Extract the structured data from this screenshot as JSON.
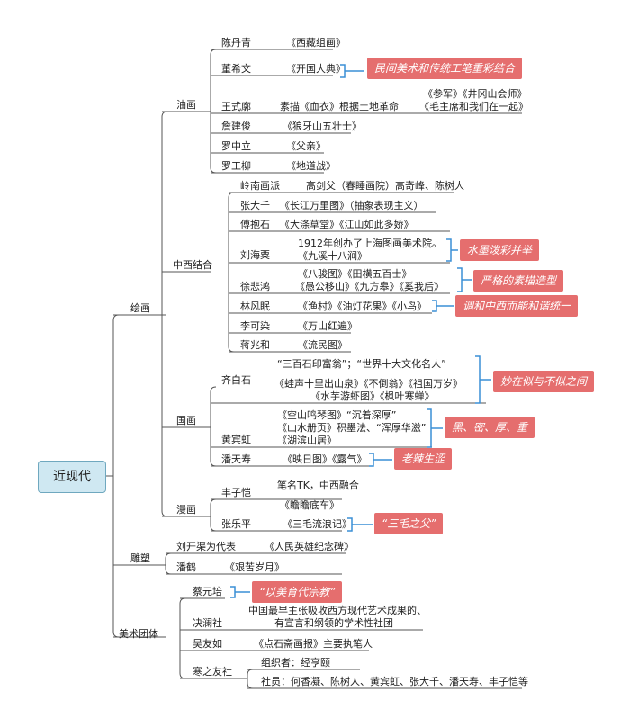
{
  "root": "近现代",
  "categories": {
    "painting": "绘画",
    "sculpture": "雕塑",
    "art_groups": "美术团体"
  },
  "painting_groups": {
    "oil": "油画",
    "sino_western": "中西结合",
    "guohua": "国画",
    "manhua": "漫画"
  },
  "oil": [
    {
      "name": "陈丹青",
      "works": "《西藏组画》"
    },
    {
      "name": "董希文",
      "works": "《开国大典》"
    },
    {
      "name": "王式廓",
      "works": "素描《血衣》根据土地革命",
      "extra1": "《参军》《井冈山会师》",
      "extra2": "《毛主席和我们在一起》"
    },
    {
      "name": "詹建俊",
      "works": "《狼牙山五壮士》"
    },
    {
      "name": "罗中立",
      "works": "《父亲》"
    },
    {
      "name": "罗工柳",
      "works": "《地道战》"
    }
  ],
  "sino": [
    {
      "name": "岭南画派",
      "works": "高剑父（春睡画院）高奇峰、陈树人"
    },
    {
      "name": "张大千",
      "works": "《长江万里图》（抽象表现主义）"
    },
    {
      "name": "傅抱石",
      "works": "《大涤草堂》《江山如此多娇》"
    },
    {
      "name": "刘海粟",
      "line1": "1912年创办了上海图画美术院。",
      "line2": "《九溪十八涧》"
    },
    {
      "name": "徐悲鸿",
      "line1": "《八骏图》《田横五百士》",
      "line2": "《愚公移山》《九方皋》《奚我后》"
    },
    {
      "name": "林风眠",
      "works": "《渔村》《油灯花果》《小鸟》"
    },
    {
      "name": "李可染",
      "works": "《万山红遍》"
    },
    {
      "name": "蒋兆和",
      "works": "《流民图》"
    }
  ],
  "guohua": [
    {
      "name": "齐白石",
      "line1": "“三百石印富翁”；“世界十大文化名人”",
      "line2": "《蛙声十里出山泉》《不倒翁》《祖国万岁》",
      "line3": "《水芋游虾图》《枫叶寒蝉》"
    },
    {
      "name": "黄宾虹",
      "line1": "《空山鸣琴图》“沉着深厚”",
      "line2": "《山水册页》积墨法、“浑厚华滋”",
      "line3": "《湖滨山居》"
    },
    {
      "name": "潘天寿",
      "works": "《映日图》《露气》"
    }
  ],
  "manhua": [
    {
      "name": "丰子恺",
      "line1": "笔名TK，中西融合",
      "line2": "《瞻瞻底车》"
    },
    {
      "name": "张乐平",
      "works": "《三毛流浪记》"
    }
  ],
  "sculpture": [
    {
      "name": "刘开渠为代表",
      "works": "《人民英雄纪念碑》"
    },
    {
      "name": "潘鹤",
      "works": "《艰苦岁月》"
    }
  ],
  "groups": [
    {
      "name": "蔡元培"
    },
    {
      "name": "决澜社",
      "line1": "中国最早主张吸收西方现代艺术成果的、",
      "line2": "有宣言和纲领的学术性社团"
    },
    {
      "name": "吴友如",
      "works": "《点石斋画报》主要执笔人"
    },
    {
      "name": "寒之友社",
      "line1": "组织者：经亨颐",
      "line2": "社员：何香凝、陈树人、黄宾虹、张大千、潘天寿、丰子恺等"
    }
  ],
  "callouts": {
    "dong": "民间美术和传统工笔重彩结合",
    "liu": "水墨泼彩并举",
    "xu": "严格的素描造型",
    "lin": "调和中西而能和谐统一",
    "qi": "妙在似与不似之间",
    "huang": "黑、密、厚、重",
    "pan": "老辣生涩",
    "zhang": "“三毛之父”",
    "cai": "“以美育代宗教”"
  },
  "colors": {
    "root_fill": "#cfe8f2",
    "root_border": "#6fa8bf",
    "callout": "#e56e6e",
    "bracket": "#3a8fd6",
    "line": "#555555"
  }
}
